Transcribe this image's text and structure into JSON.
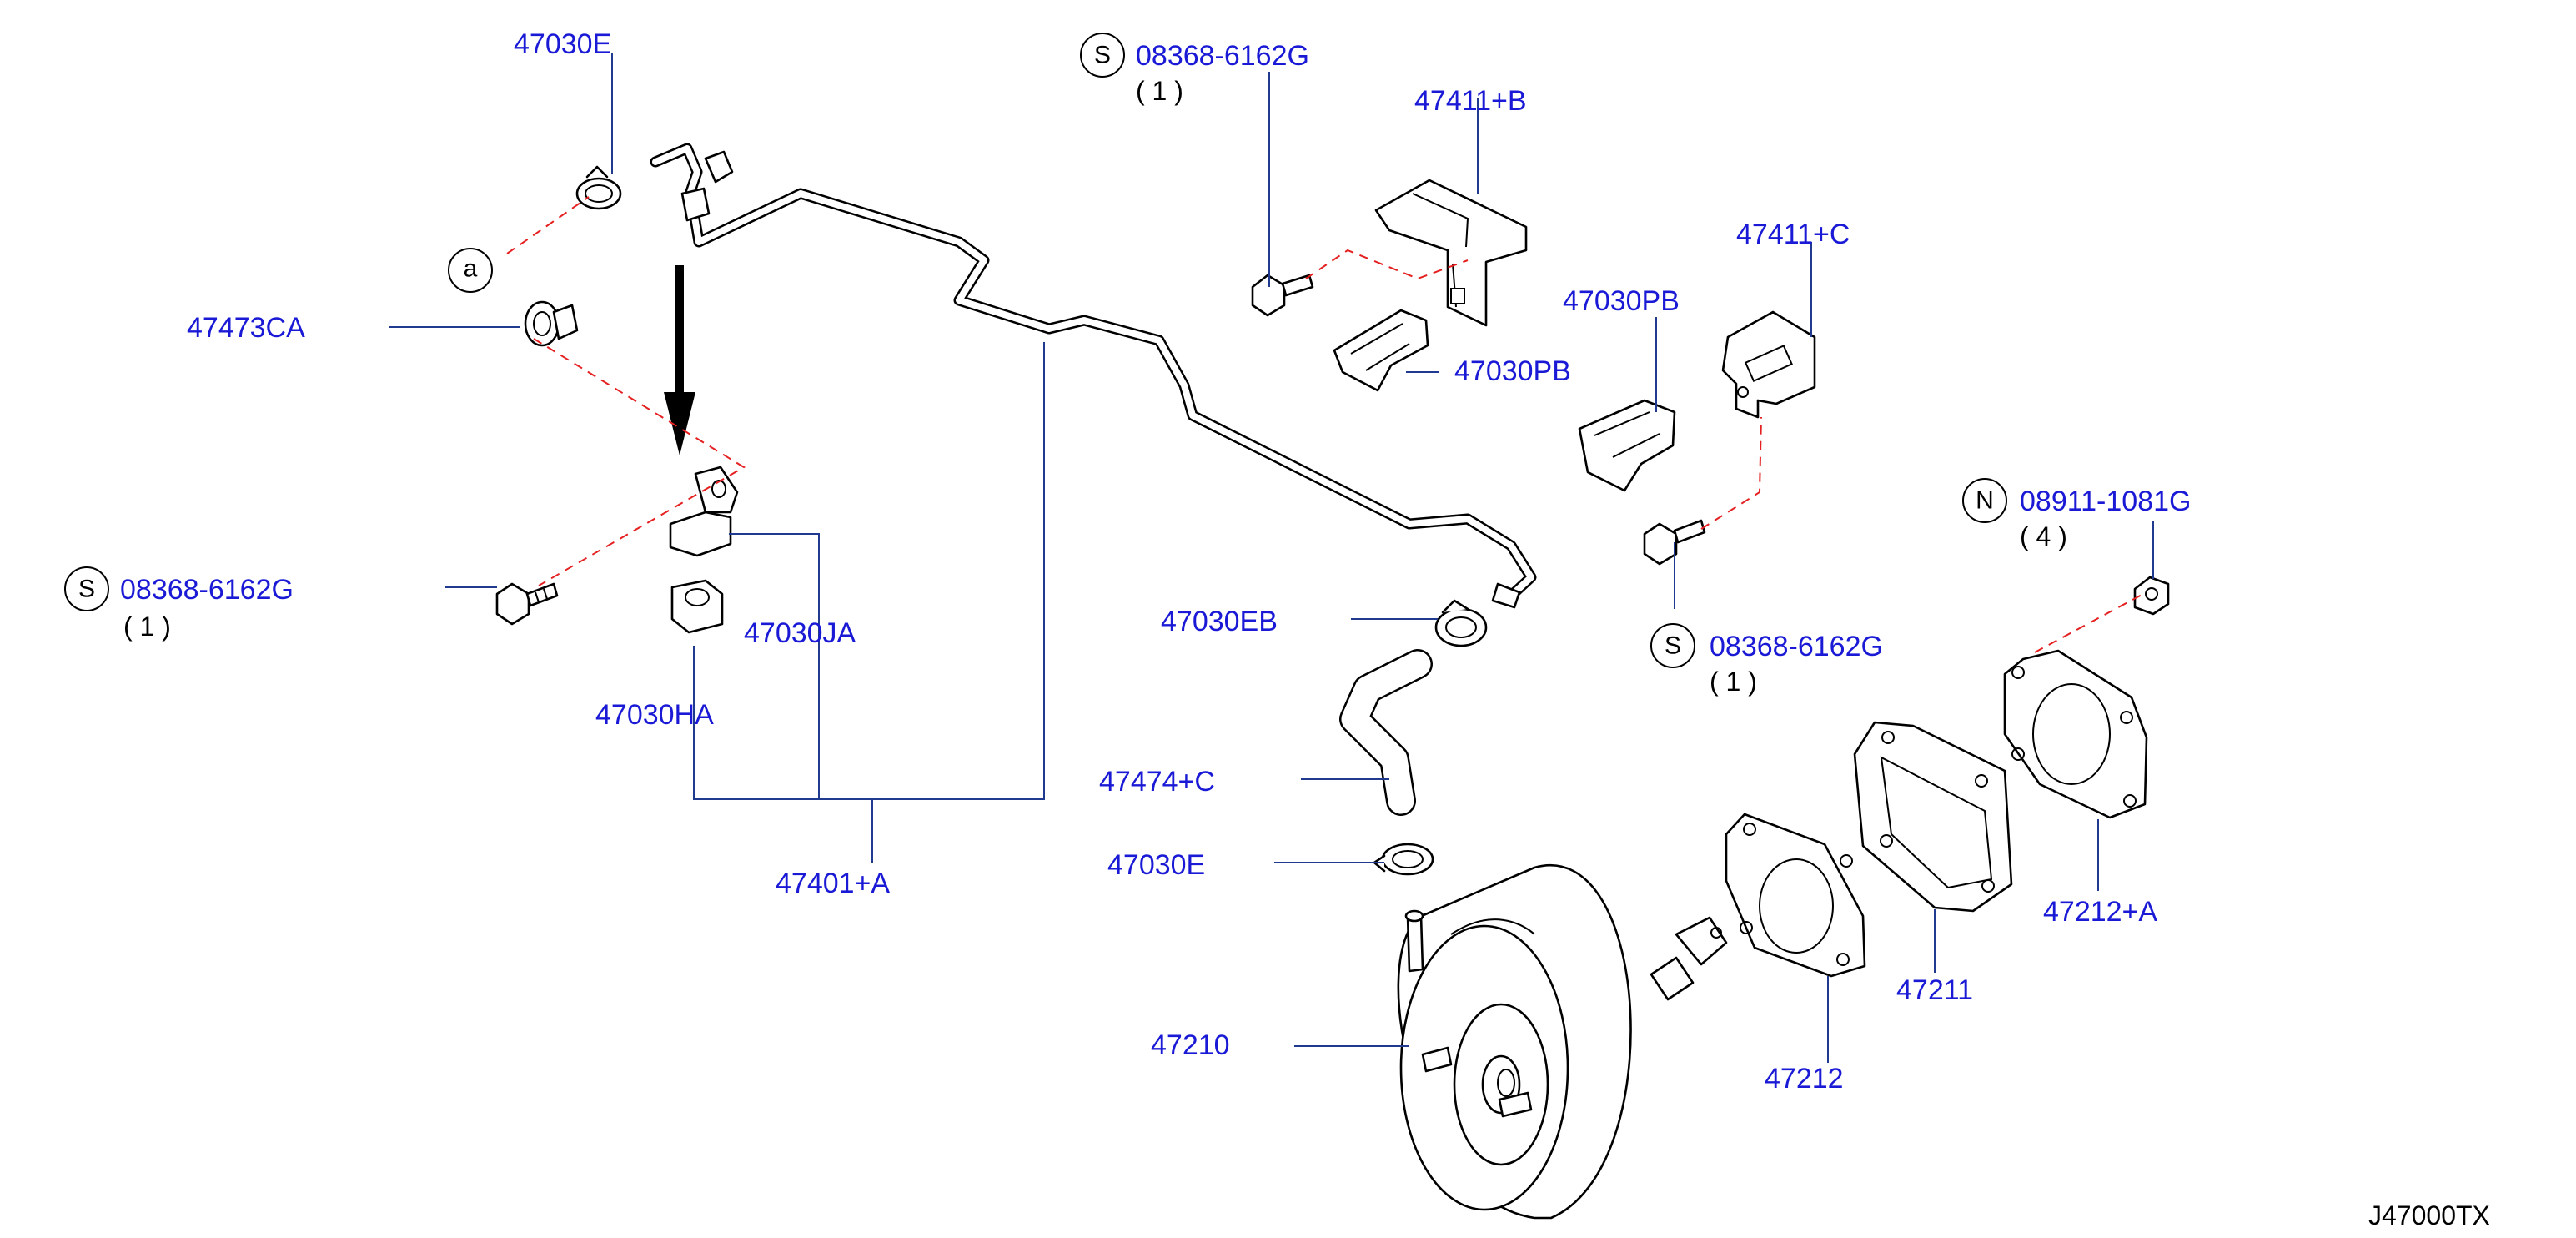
{
  "labels": {
    "p47030E_top": "47030E",
    "p47473CA": "47473CA",
    "s_left_code": "08368-6162G",
    "s_left_qty": "( 1 )",
    "p47030JA": "47030JA",
    "p47030HA": "47030HA",
    "p47401A": "47401+A",
    "s_top_code": "08368-6162G",
    "s_top_qty": "( 1 )",
    "p47411B": "47411+B",
    "p47030PB_1": "47030PB",
    "p47030PB_2": "47030PB",
    "p47411C": "47411+C",
    "s_right_code": "08368-6162G",
    "s_right_qty": "( 1 )",
    "n_code": "08911-1081G",
    "n_qty": "( 4 )",
    "p47030EB": "47030EB",
    "p47474C": "47474+C",
    "p47030E_low": "47030E",
    "p47210": "47210",
    "p47212": "47212",
    "p47211": "47211",
    "p47212A": "47212+A",
    "diagram_code": "J47000TX"
  },
  "badges": {
    "a": "a",
    "s": "S",
    "n": "N"
  },
  "colors": {
    "label": "#1a1ad6",
    "leader": "#1f3a8f",
    "dashed_link": "#e52020",
    "outline": "#000000"
  }
}
